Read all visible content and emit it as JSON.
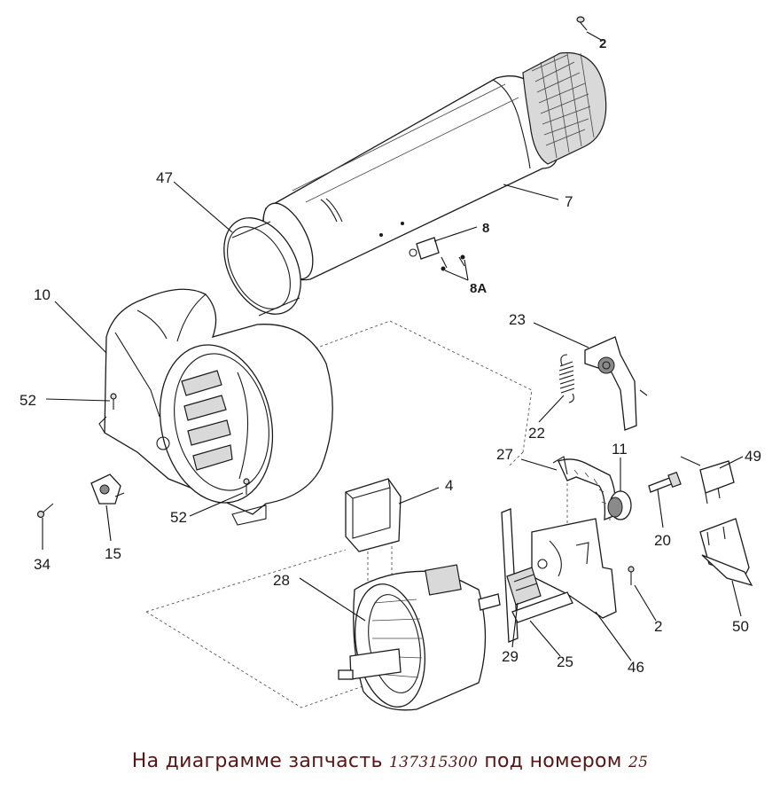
{
  "diagram": {
    "callouts": {
      "c2a": "2",
      "c7": "7",
      "c8": "8",
      "c8a": "8A",
      "c47": "47",
      "c10": "10",
      "c52a": "52",
      "c52b": "52",
      "c15": "15",
      "c34": "34",
      "c23": "23",
      "c22": "22",
      "c27": "27",
      "c11": "11",
      "c49": "49",
      "c4": "4",
      "c20": "20",
      "c28": "28",
      "c2b": "2",
      "c50": "50",
      "c29": "29",
      "c25": "25",
      "c46": "46"
    }
  },
  "caption": {
    "prefix": "На диаграмме запчасть",
    "part_number": "137315300",
    "middle": "под номером",
    "item_number": "25"
  }
}
